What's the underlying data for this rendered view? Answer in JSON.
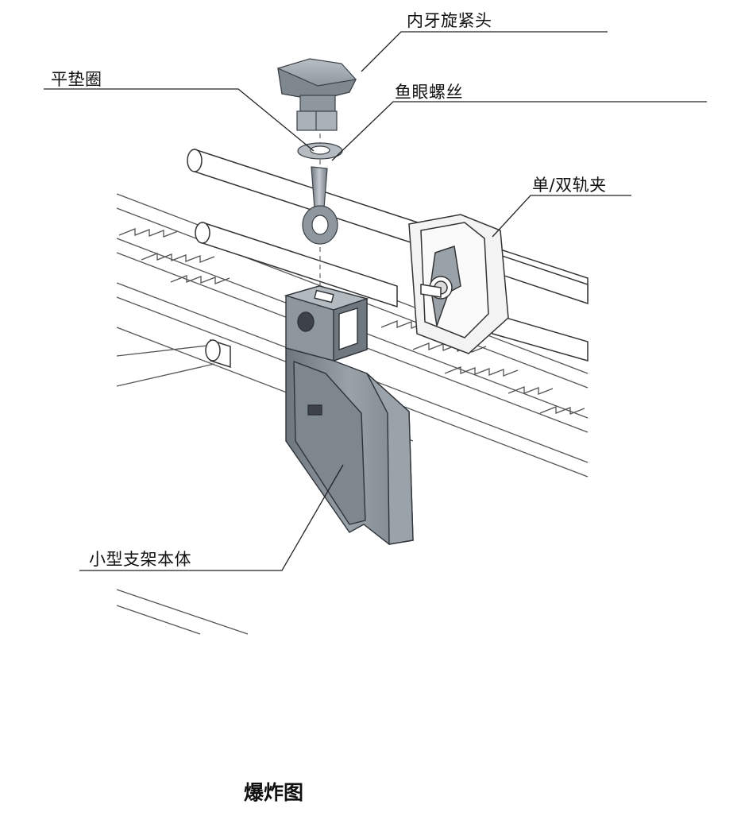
{
  "labels": {
    "knob": "内牙旋紧头",
    "washer": "平垫圈",
    "eye_bolt": "鱼眼螺丝",
    "rail_clamp": "单/双轨夹",
    "bracket": "小型支架本体"
  },
  "caption": "爆炸图",
  "colors": {
    "part_light": "#a9b0b7",
    "part_mid": "#8e969e",
    "part_dark": "#5e666e",
    "line": "#222222",
    "belt_line": "#555555"
  }
}
